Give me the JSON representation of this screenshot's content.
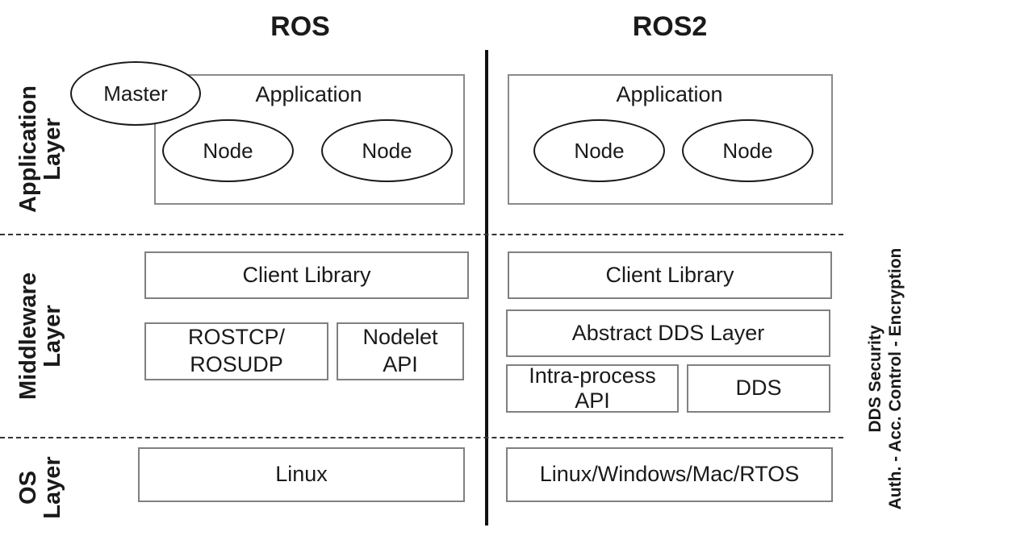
{
  "columns": {
    "left": "ROS",
    "right": "ROS2"
  },
  "layers": {
    "application": [
      "Application",
      "Layer"
    ],
    "middleware": [
      "Middleware",
      "Layer"
    ],
    "os": [
      "OS",
      "Layer"
    ]
  },
  "ros": {
    "master": "Master",
    "application": "Application",
    "node_1": "Node",
    "node_2": "Node",
    "client_library": "Client Library",
    "transport": [
      "ROSTCP/",
      "ROSUDP"
    ],
    "nodelet": [
      "Nodelet",
      "API"
    ],
    "os": "Linux"
  },
  "ros2": {
    "application": "Application",
    "node_1": "Node",
    "node_2": "Node",
    "client_library": "Client Library",
    "abstract_dds": "Abstract DDS Layer",
    "intra_process": [
      "Intra-process",
      "API"
    ],
    "dds": "DDS",
    "os": "Linux/Windows/Mac/RTOS"
  },
  "dds_security": [
    "DDS Security",
    "Auth. - Acc. Control - Encryption"
  ]
}
